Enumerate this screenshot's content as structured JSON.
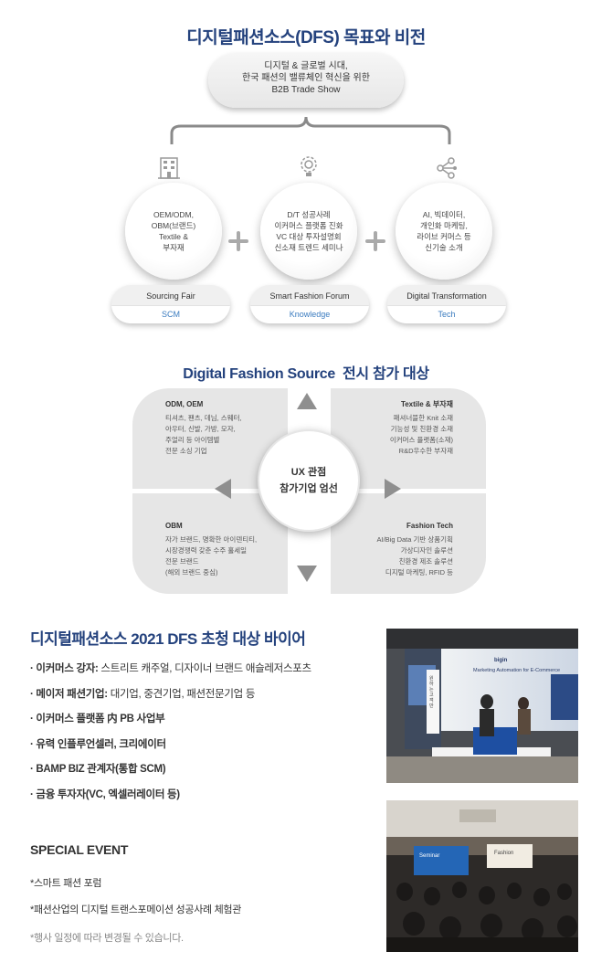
{
  "vision_title": "디지털패션소스(DFS) 목표와 비전",
  "vision_pill": [
    "디지털 & 글로벌 시대,",
    "한국 패션의 밸류체인 혁신을 위한",
    "B2B Trade Show"
  ],
  "pillars": [
    {
      "lines": [
        "OEM/ODM,",
        "OBM(브랜드)",
        "Textile &",
        "부자재"
      ],
      "icon": "factory-building-icon",
      "label": "Sourcing Fair",
      "sub": "SCM"
    },
    {
      "lines": [
        "D/T 성공사례",
        "이커머스 플랫폼 진화",
        "VC 대상 투자설명회",
        "신소재 트렌드 세미나"
      ],
      "icon": "lightbulb-gear-icon",
      "label": "Smart Fashion Forum",
      "sub": "Knowledge"
    },
    {
      "lines": [
        "AI, 빅데이터,",
        "개인화 마케팅,",
        "라이브 커머스 등",
        "신기술 소개"
      ],
      "icon": "network-nodes-icon",
      "label": "Digital Transformation",
      "sub": "Tech"
    }
  ],
  "exhibitors": {
    "title_en": "Digital Fashion Source",
    "title_kr": "전시 참가 대상",
    "center": [
      "UX 관점",
      "참가기업 엄선"
    ],
    "tl": {
      "head": "ODM, OEM",
      "lines": [
        "티셔츠, 팬츠, 데님, 스웨터,",
        "아우터, 신발, 가방, 모자,",
        "주얼리 등 아이템별",
        "전문 소싱 기업"
      ]
    },
    "tr": {
      "head": "Textile & 부자재",
      "lines": [
        "패셔너블한 Knit 소재",
        "기능성 및 친환경 소재",
        "이커머스 플랫폼(소재)",
        "R&D우수한 부자재"
      ]
    },
    "bl": {
      "head": "OBM",
      "lines": [
        "자가 브랜드, 명확한 아이덴티티,",
        "시장경쟁력 갖춘 수주 홀세일",
        "전문 브랜드",
        "(해외 브랜드 중심)"
      ]
    },
    "br": {
      "head": "Fashion Tech",
      "lines": [
        "AI/Big Data 기반 상품기획",
        "가상디자인 솔루션",
        "친환경 제조 솔루션",
        "디지털 마케팅, RFID 등"
      ]
    }
  },
  "buyers": {
    "title": "디지털패션소스 2021 DFS 초청 대상 바이어",
    "items": [
      {
        "bold": "· 이커머스 강자:",
        "text": " 스트리트 캐주얼, 디자이너 브랜드 애슬레저스포츠"
      },
      {
        "bold": "· 메이저 패션기업:",
        "text": " 대기업, 중견기업, 패션전문기업 등"
      },
      {
        "bold": "· 이커머스 플랫폼 内 PB 사업부",
        "text": ""
      },
      {
        "bold": "· 유력 인플루언셀러, 크리에이터",
        "text": ""
      },
      {
        "bold": "· BAMP BIZ 관계자(통합 SCM)",
        "text": ""
      },
      {
        "bold": "· 금융 투자자(VC, 엑셀러레이터 등)",
        "text": ""
      }
    ]
  },
  "special": {
    "title": "SPECIAL EVENT",
    "items": [
      "*스마트 패션 포럼",
      "*패션산업의 디지털 트랜스포메이션 성공사례 체험관"
    ],
    "note": "*행사 일정에 따라 변경될 수 있습니다."
  },
  "photo_one": {
    "brand": "bigin",
    "banner": "Marketing Automation for E-Commerce",
    "stand_lines": [
      "원",
      "하",
      "는",
      "고",
      "객",
      "만"
    ]
  },
  "photo_two": {
    "screen": "Seminar",
    "slide": "Fashion"
  }
}
